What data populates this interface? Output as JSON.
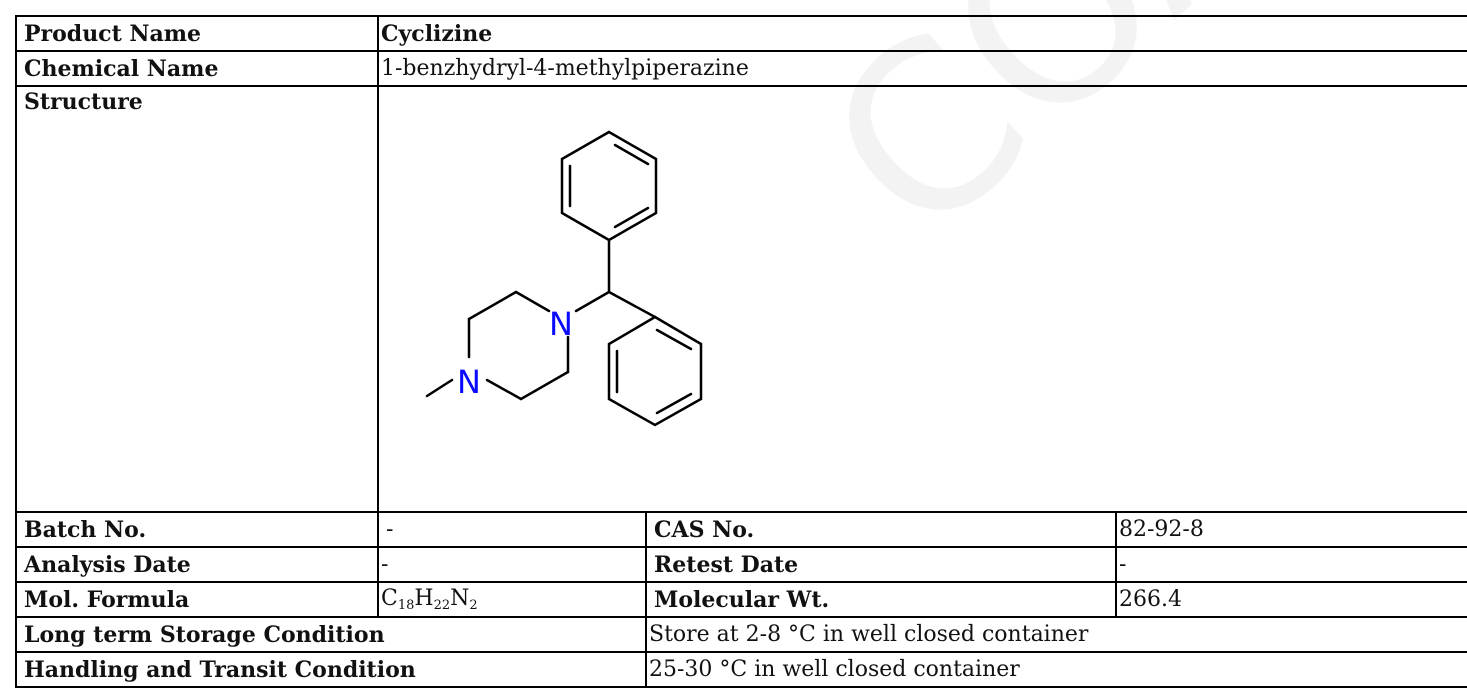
{
  "watermark": "COA",
  "rows": {
    "product_name": {
      "label": "Product Name",
      "value": "Cyclizine"
    },
    "chemical_name": {
      "label": "Chemical Name",
      "value": "1-benzhydryl-4-methylpiperazine"
    },
    "structure": {
      "label": "Structure",
      "atom_n1": "N",
      "atom_n2": "N"
    },
    "batch": {
      "label": "Batch No.",
      "value": "-",
      "label2": "CAS No.",
      "value2": "82-92-8"
    },
    "analysis": {
      "label": "Analysis Date",
      "value": "-",
      "label2": "Retest Date",
      "value2": "-"
    },
    "mol": {
      "label": "Mol. Formula",
      "formula": {
        "c": "C",
        "c_n": "18",
        "h": "H",
        "h_n": "22",
        "n": "N",
        "n_n": "2"
      },
      "label2": "Molecular Wt.",
      "value2": "266.4"
    },
    "storage": {
      "label": "Long term Storage Condition",
      "value": "Store at 2-8 °C in well closed container"
    },
    "handling": {
      "label": "Handling and Transit Condition",
      "value": "25-30 °C in well closed container"
    }
  },
  "colors": {
    "nitrogen": "#0a0aff",
    "bond": "#000000",
    "watermark": "#f3f3f3"
  }
}
